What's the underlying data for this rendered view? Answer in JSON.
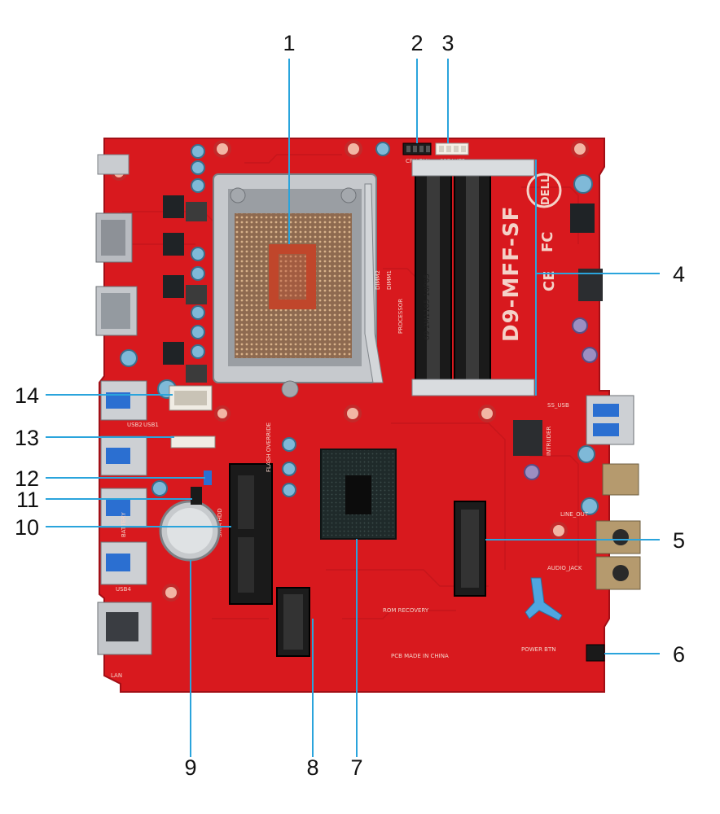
{
  "colors": {
    "pcb": "#d8191e",
    "pcb_dark": "#b3121a",
    "silkscreen": "#f4d2c8",
    "leader": "#2aa4dc",
    "metal": "#b9bcc0",
    "chip": "#1f2a2a"
  },
  "board": {
    "model": "D9-MFF-SF",
    "brand": "DELL",
    "marks": [
      "FC",
      "CE"
    ],
    "silkscreen": {
      "cpu_fan": "CPU FAN",
      "speaker": "SPEAKER",
      "processor": "PROCESSOR",
      "ss_usb": "SS_USB",
      "intruder": "INTRUDER",
      "line_out": "LINE_OUT",
      "audio_jack": "AUDIO_JACK",
      "power_btn": "POWER BTN",
      "made_in": "PCB MADE IN CHINA",
      "sata_hdd": "SATA HDD",
      "battery": "BATTERY",
      "flash_override": "FLASH OVERRIDE",
      "rom_recovery": "ROM RECOVERY",
      "dimm1": "DIMM1",
      "dimm2": "DIMM2",
      "usb1": "USB1",
      "usb2": "USB2",
      "usb4": "USB4",
      "lan": "LAN"
    }
  },
  "callouts": [
    {
      "number": "1"
    },
    {
      "number": "2"
    },
    {
      "number": "3"
    },
    {
      "number": "4"
    },
    {
      "number": "5"
    },
    {
      "number": "6"
    },
    {
      "number": "7"
    },
    {
      "number": "8"
    },
    {
      "number": "9"
    },
    {
      "number": "10"
    },
    {
      "number": "11"
    },
    {
      "number": "12"
    },
    {
      "number": "13"
    },
    {
      "number": "14"
    }
  ]
}
